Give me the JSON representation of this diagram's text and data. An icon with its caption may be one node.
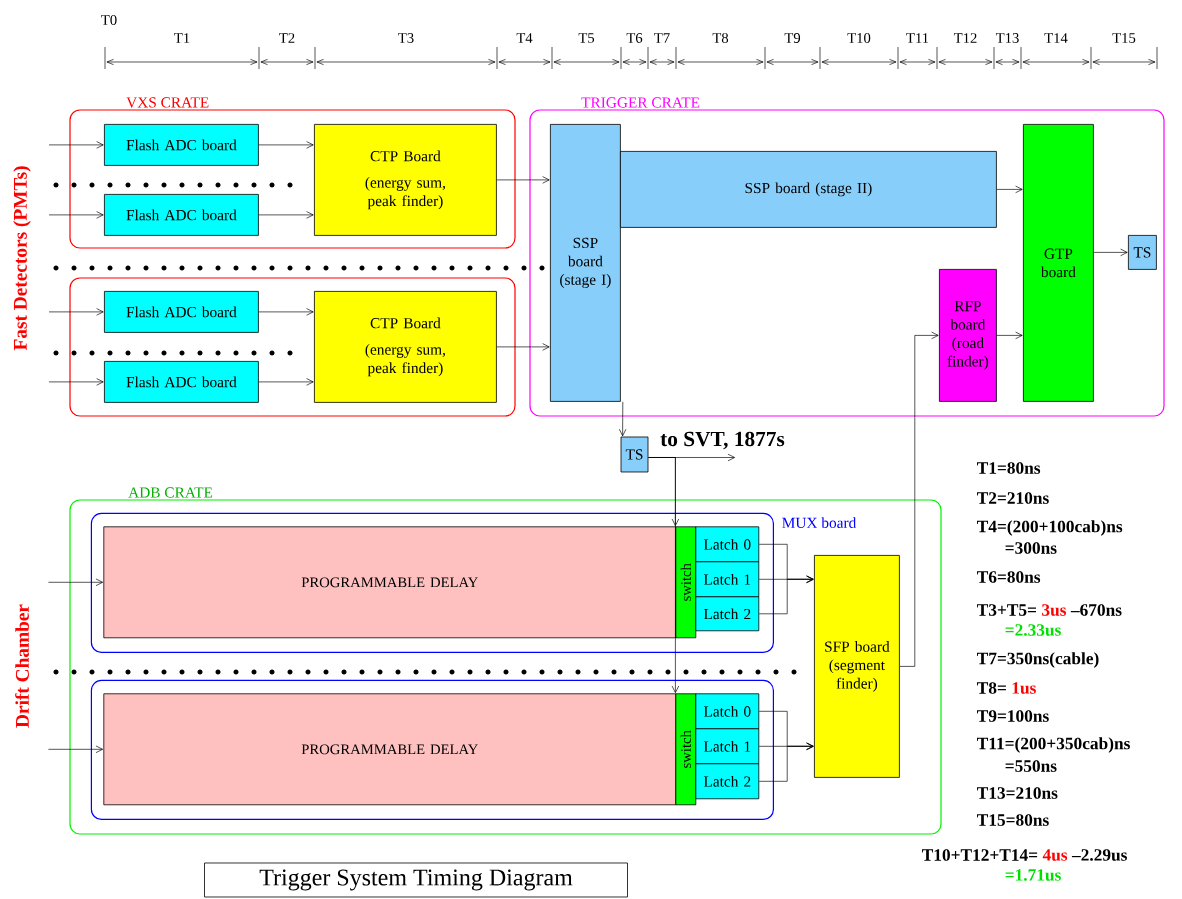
{
  "diagram": {
    "title": "Trigger System Timing Diagram",
    "nodes": [
      {
        "text": [
          "VXS CRATE"
        ]
      },
      {
        "text": [
          "Flash ADC board"
        ],
        "in": 0
      },
      {
        "text": [
          "Flash ADC board"
        ],
        "in": 0
      },
      {
        "text": [
          "CTP Board",
          "(energy sum, peak finder)"
        ],
        "in": 0
      },
      {
        "text": [
          "TRIGGER CRATE"
        ]
      },
      {
        "text": [
          "SSP board (stage I)"
        ],
        "in": 4
      },
      {
        "text": [
          "SSP board (stage II)"
        ],
        "in": 4
      },
      {
        "text": [
          "RFP board (road finder)"
        ],
        "in": 4
      },
      {
        "text": [
          "GTP board"
        ],
        "in": 4
      },
      {
        "text": [
          "TS"
        ],
        "in": 4
      },
      {
        "text": [],
        "shape": "box"
      },
      {
        "text": [
          "Flash ADC board"
        ],
        "in": 10
      },
      {
        "text": [
          "Flash ADC board"
        ],
        "in": 10
      },
      {
        "text": [
          "CTP Board",
          "(energy sum, peak finder)"
        ],
        "in": 10
      },
      {
        "text": [
          "TS"
        ]
      },
      {
        "text": [
          "ADB CRATE"
        ]
      },
      {
        "text": [
          "MUX board"
        ],
        "in": 15
      },
      {
        "text": [
          "PROGRAMMABLE DELAY"
        ],
        "in": 16
      },
      {
        "text": [
          "switch"
        ],
        "in": 16
      },
      {
        "text": [
          "Latch 0"
        ],
        "in": 16
      },
      {
        "text": [
          "Latch 1"
        ],
        "in": 16
      },
      {
        "text": [
          "Latch 2"
        ],
        "in": 16
      },
      {
        "text": [],
        "shape": "box",
        "in": 15
      },
      {
        "text": [
          "PROGRAMMABLE DELAY"
        ],
        "in": 22
      },
      {
        "text": [
          "switch"
        ],
        "in": 22
      },
      {
        "text": [
          "Latch 0"
        ],
        "in": 22
      },
      {
        "text": [
          "Latch 1"
        ],
        "in": 22
      },
      {
        "text": [
          "Latch 2"
        ],
        "in": 22
      },
      {
        "text": [
          "SFP board (segment finder)"
        ],
        "in": 15
      }
    ],
    "edges": [
      {
        "from": null,
        "to": 1,
        "arrow": "to"
      },
      {
        "from": null,
        "to": 2,
        "arrow": "to"
      },
      {
        "from": null,
        "to": 11,
        "arrow": "to"
      },
      {
        "from": null,
        "to": 12,
        "arrow": "to"
      },
      {
        "from": 1,
        "to": 3,
        "arrow": "to"
      },
      {
        "from": 2,
        "to": 3,
        "arrow": "to"
      },
      {
        "from": 11,
        "to": 13,
        "arrow": "to"
      },
      {
        "from": 12,
        "to": 13,
        "arrow": "to"
      },
      {
        "from": 3,
        "to": 5,
        "arrow": "to"
      },
      {
        "from": 13,
        "to": 5,
        "arrow": "to"
      },
      {
        "from": 6,
        "to": 8,
        "arrow": "to"
      },
      {
        "from": 7,
        "to": 8,
        "arrow": "to"
      },
      {
        "from": 8,
        "to": 9,
        "arrow": "to"
      },
      {
        "from": 5,
        "to": 14,
        "arrow": "to"
      },
      {
        "from": 14,
        "to": null,
        "arrow": "to",
        "label": "to SVT, 1877s"
      },
      {
        "from": 14,
        "to": 18,
        "arrow": "to"
      },
      {
        "from": 14,
        "to": 24,
        "arrow": "to"
      },
      {
        "from": null,
        "to": 17,
        "arrow": "to"
      },
      {
        "from": null,
        "to": 23,
        "arrow": "to"
      },
      {
        "from": 19,
        "to": 28,
        "arrow": "to"
      },
      {
        "from": 20,
        "to": 28,
        "arrow": "to"
      },
      {
        "from": 21,
        "to": 28,
        "arrow": "to"
      },
      {
        "from": 25,
        "to": 28,
        "arrow": "to"
      },
      {
        "from": 26,
        "to": 28,
        "arrow": "to"
      },
      {
        "from": 27,
        "to": 28,
        "arrow": "to"
      },
      {
        "from": 28,
        "to": 7,
        "arrow": "to"
      }
    ],
    "labels": [
      "T0",
      "T1",
      "T2",
      "T3",
      "T4",
      "T5",
      "T6",
      "T7",
      "T8",
      "T9",
      "T10",
      "T11",
      "T12",
      "T13",
      "T14",
      "T15",
      "Fast Detectors (PMTs)",
      "Drift Chamber",
      "T1=80ns",
      "T2=210ns",
      "T4=(200+100cab)ns",
      "=300ns",
      "T6=80ns",
      "T3+T5=",
      "3us",
      "–670ns",
      "=2.33us",
      "T7=350ns(cable)",
      "T8=",
      "1us",
      "T9=100ns",
      "T11=(200+350cab)ns",
      "=550ns",
      "T13=210ns",
      "T15=80ns",
      "T10+T12+T14=",
      "4us",
      "–2.29us",
      "=1.71us"
    ]
  }
}
